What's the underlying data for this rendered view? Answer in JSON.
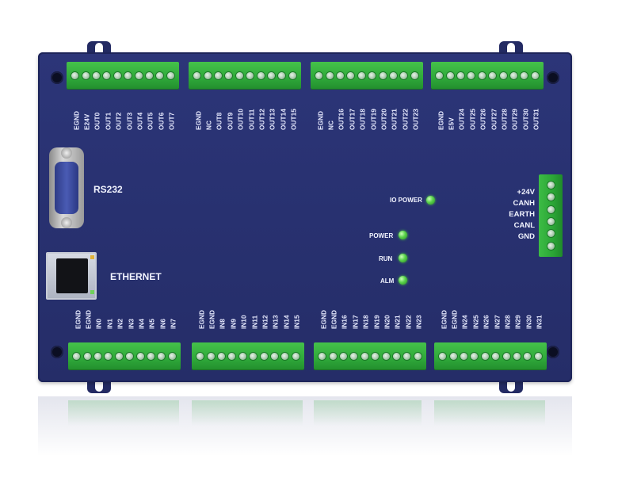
{
  "labels": {
    "rs232": "RS232",
    "ethernet": "ETHERNET"
  },
  "leds": [
    {
      "name": "io-power",
      "label": "IO POWER"
    },
    {
      "name": "power",
      "label": "POWER"
    },
    {
      "name": "run",
      "label": "RUN"
    },
    {
      "name": "alm",
      "label": "ALM"
    }
  ],
  "power_terminal": [
    "+24V",
    "CANH",
    "EARTH",
    "CANL",
    "GND"
  ],
  "top_groups": [
    [
      "EGND",
      "E24V",
      "OUT0",
      "OUT1",
      "OUT2",
      "OUT3",
      "OUT4",
      "OUT5",
      "OUT6",
      "OUT7"
    ],
    [
      "EGND",
      "NC",
      "OUT8",
      "OUT9",
      "OUT10",
      "OUT11",
      "OUT12",
      "OUT13",
      "OUT14",
      "OUT15"
    ],
    [
      "EGND",
      "NC",
      "OUT16",
      "OUT17",
      "OUT18",
      "OUT19",
      "OUT20",
      "OUT21",
      "OUT22",
      "OUT23"
    ],
    [
      "EGND",
      "E5V",
      "OUT24",
      "OUT25",
      "OUT26",
      "OUT27",
      "OUT28",
      "OUT29",
      "OUT30",
      "OUT31"
    ]
  ],
  "bottom_groups": [
    [
      "EGND",
      "EGND",
      "IN0",
      "IN1",
      "IN2",
      "IN3",
      "IN4",
      "IN5",
      "IN6",
      "IN7"
    ],
    [
      "EGND",
      "EGND",
      "IN8",
      "IN9",
      "IN10",
      "IN11",
      "IN12",
      "IN13",
      "IN14",
      "IN15"
    ],
    [
      "EGND",
      "EGND",
      "IN16",
      "IN17",
      "IN18",
      "IN19",
      "IN20",
      "IN21",
      "IN22",
      "IN23"
    ],
    [
      "EGND",
      "EGND",
      "IN24",
      "IN25",
      "IN26",
      "IN27",
      "IN28",
      "IN29",
      "IN30",
      "IN31"
    ]
  ],
  "colors": {
    "board": "#283170",
    "terminal": "#34b03e",
    "led": "#59d14a",
    "text": "#f2f4ff"
  }
}
